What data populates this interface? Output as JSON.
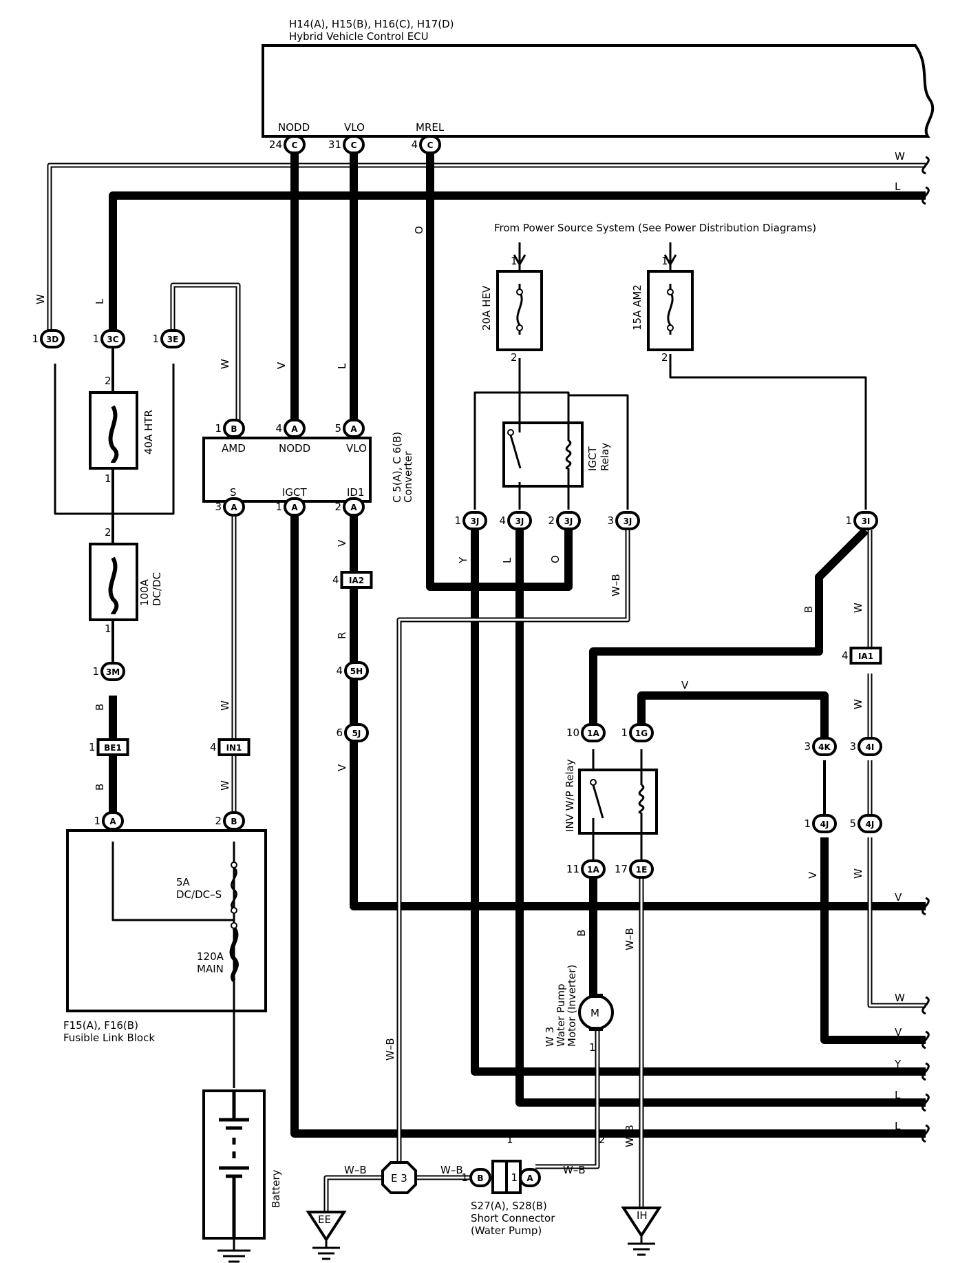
{
  "ecu": {
    "connectors": "H14(A), H15(B), H16(C), H17(D)",
    "name": "Hybrid Vehicle Control ECU",
    "pins": [
      {
        "name": "NODD"
      },
      {
        "name": "VLO"
      },
      {
        "name": "MREL"
      }
    ]
  },
  "converter": {
    "id": "C 5(A), C 6(B)",
    "name": "Converter",
    "pins": [
      {
        "name": "AMD"
      },
      {
        "name": "NODD"
      },
      {
        "name": "VLO"
      },
      {
        "name": "S"
      },
      {
        "name": "IGCT"
      },
      {
        "name": "ID1"
      }
    ]
  },
  "power_source": "From Power Source System (See Power Distribution Diagrams)",
  "components": {
    "htr_fuse": "40A HTR",
    "dcdc_fuse": [
      "100A",
      "DC/DC"
    ],
    "hev_fuse": "20A HEV",
    "am2_fuse": "15A AM2",
    "igct_relay": [
      "IGCT",
      "Relay"
    ],
    "inv_relay": "INV W/P Relay",
    "motor": {
      "symbol": "M",
      "labels": [
        "W 3",
        "Water Pump",
        "Motor (Inverter)"
      ]
    },
    "battery": "Battery",
    "e3": "E 3",
    "ground_ee": "EE",
    "ground_ih": "IH"
  },
  "fusible_link": {
    "id": "F15(A), F16(B)",
    "name": "Fusible Link Block",
    "fuses": [
      {
        "rating": "5A",
        "name": "DC/DC–S"
      },
      {
        "rating": "120A",
        "name": "MAIN"
      }
    ]
  },
  "short_connector": {
    "id": "S27(A), S28(B)",
    "name": "Short Connector",
    "sub": "(Water Pump)"
  },
  "connectors": [
    {
      "id": "c-ecu-24",
      "pin": "24",
      "code": "C"
    },
    {
      "id": "c-ecu-31",
      "pin": "31",
      "code": "C"
    },
    {
      "id": "c-ecu-4",
      "pin": "4",
      "code": "C"
    },
    {
      "id": "c-3d",
      "pin": "1",
      "code": "3D"
    },
    {
      "id": "c-3c",
      "pin": "1",
      "code": "3C"
    },
    {
      "id": "c-3e",
      "pin": "1",
      "code": "3E"
    },
    {
      "id": "c-conv-b1",
      "pin": "1",
      "code": "B"
    },
    {
      "id": "c-conv-a4",
      "pin": "4",
      "code": "A"
    },
    {
      "id": "c-conv-a5",
      "pin": "5",
      "code": "A"
    },
    {
      "id": "c-conv-a3",
      "pin": "3",
      "code": "A"
    },
    {
      "id": "c-conv-a1",
      "pin": "1",
      "code": "A"
    },
    {
      "id": "c-conv-a2",
      "pin": "2",
      "code": "A"
    },
    {
      "id": "c-3j-1",
      "pin": "1",
      "code": "3J"
    },
    {
      "id": "c-3j-4",
      "pin": "4",
      "code": "3J"
    },
    {
      "id": "c-3j-2",
      "pin": "2",
      "code": "3J"
    },
    {
      "id": "c-3j-3",
      "pin": "3",
      "code": "3J"
    },
    {
      "id": "c-3i",
      "pin": "1",
      "code": "3I"
    },
    {
      "id": "c-ia2",
      "pin": "4",
      "code": "IA2"
    },
    {
      "id": "c-5h",
      "pin": "4",
      "code": "5H"
    },
    {
      "id": "c-5j",
      "pin": "6",
      "code": "5J"
    },
    {
      "id": "c-3m",
      "pin": "1",
      "code": "3M"
    },
    {
      "id": "c-be1",
      "pin": "1",
      "code": "BE1"
    },
    {
      "id": "c-in1",
      "pin": "4",
      "code": "IN1"
    },
    {
      "id": "c-fl-a",
      "pin": "1",
      "code": "A"
    },
    {
      "id": "c-fl-b",
      "pin": "2",
      "code": "B"
    },
    {
      "id": "c-ia1",
      "pin": "4",
      "code": "IA1"
    },
    {
      "id": "c-1a-10",
      "pin": "10",
      "code": "1A"
    },
    {
      "id": "c-1g",
      "pin": "1",
      "code": "1G"
    },
    {
      "id": "c-4k",
      "pin": "3",
      "code": "4K"
    },
    {
      "id": "c-4i",
      "pin": "3",
      "code": "4I"
    },
    {
      "id": "c-4j-1",
      "pin": "1",
      "code": "4J"
    },
    {
      "id": "c-4j-5",
      "pin": "5",
      "code": "4J"
    },
    {
      "id": "c-1a-11",
      "pin": "11",
      "code": "1A"
    },
    {
      "id": "c-1e",
      "pin": "17",
      "code": "1E"
    },
    {
      "id": "c-s27-b",
      "pin": "1",
      "code": "B"
    },
    {
      "id": "c-s27-a",
      "pin": "1",
      "code": "A"
    }
  ],
  "pin_numbers": [
    "2",
    "1",
    "2",
    "1",
    "1",
    "2",
    "1",
    "2",
    "1",
    "2",
    "1",
    "2"
  ],
  "wire_labels": [
    "W",
    "L",
    "V",
    "L",
    "O",
    "W",
    "W",
    "V",
    "L",
    "L",
    "V",
    "R",
    "V",
    "B",
    "B",
    "W",
    "W",
    "Y",
    "L",
    "O",
    "W–B",
    "B",
    "W",
    "W",
    "W",
    "V",
    "V",
    "B",
    "W–B",
    "V",
    "W",
    "V",
    "Y",
    "L",
    "L",
    "W–B",
    "W–B",
    "W–B",
    "W–B",
    "W–B"
  ]
}
